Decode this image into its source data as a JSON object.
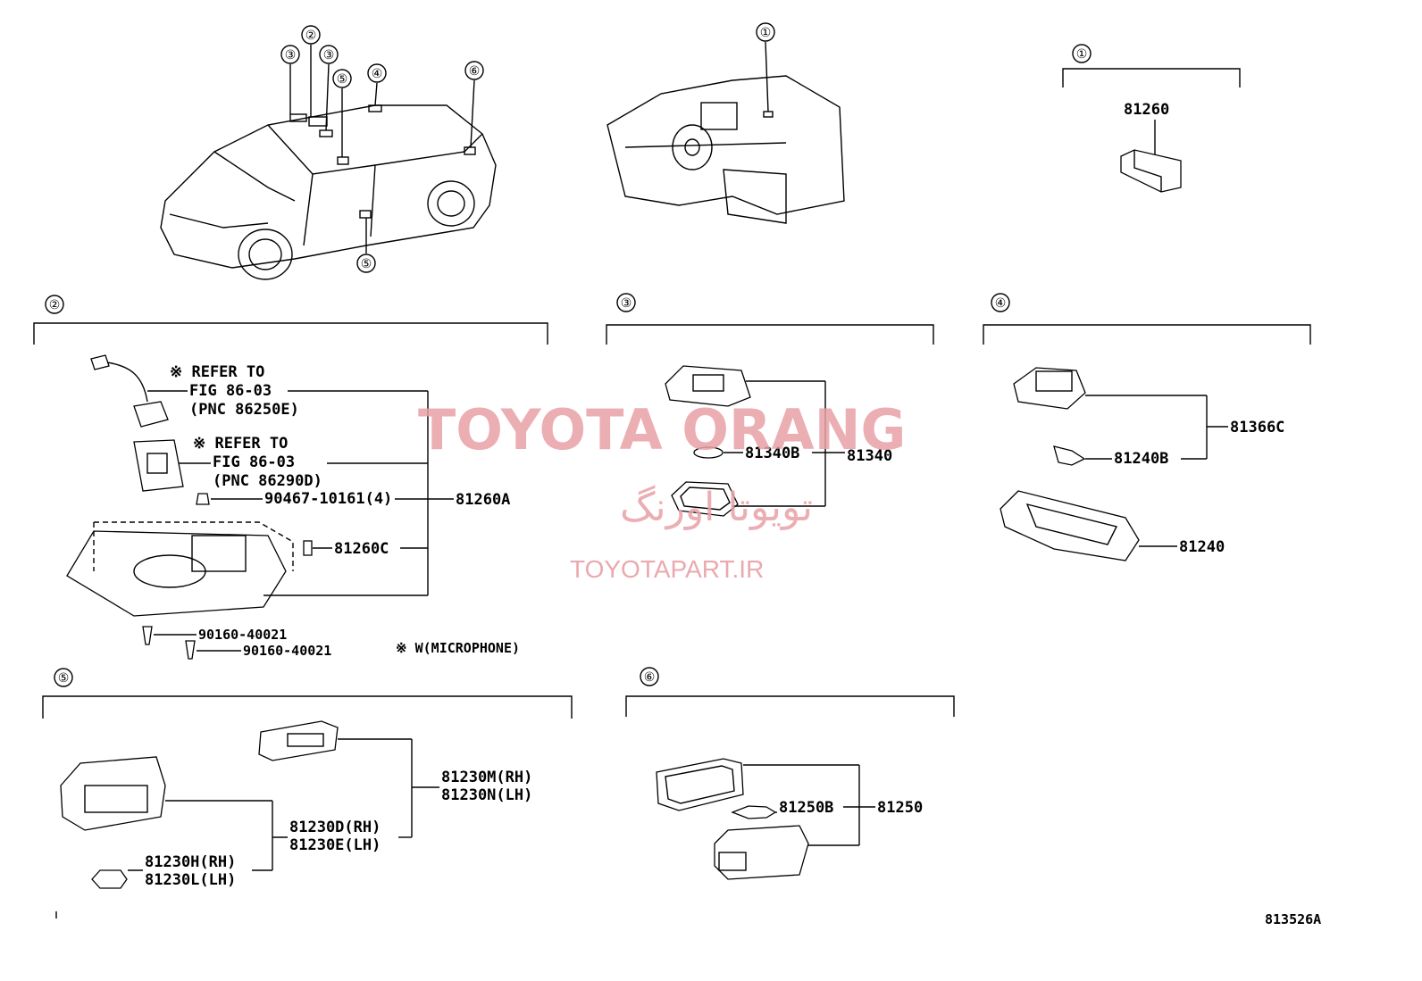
{
  "diagram_id": "813526A",
  "watermark": {
    "brand": "TOYOTA ORANG",
    "persian": "تویوتا اورنگ",
    "site": "TOYOTAPART.IR"
  },
  "callouts": [
    "①",
    "②",
    "③",
    "④",
    "⑤",
    "⑥"
  ],
  "overview_callouts": {
    "car": [
      "③",
      "②",
      "③",
      "⑤",
      "④",
      "⑥",
      "⑤"
    ],
    "dash": [
      "①"
    ]
  },
  "section1": {
    "marker": "①",
    "parts": [
      "81260"
    ]
  },
  "section2": {
    "marker": "②",
    "notes": [
      {
        "l1": "※ REFER TO",
        "l2": "FIG  86-03",
        "l3": "(PNC 86250E)"
      },
      {
        "l1": "※ REFER TO",
        "l2": "FIG  86-03",
        "l3": "(PNC 86290D)"
      }
    ],
    "parts": {
      "clip": "90467-10161(4)",
      "assy": "81260A",
      "bulb": "81260C",
      "screw1": "90160-40021",
      "screw2": "90160-40021"
    },
    "footnote": "※ W(MICROPHONE)"
  },
  "section3": {
    "marker": "③",
    "parts": {
      "bulb": "81340B",
      "assy": "81340"
    }
  },
  "section4": {
    "marker": "④",
    "parts": {
      "lens": "81366C",
      "bulb": "81240B",
      "housing": "81240"
    }
  },
  "section5": {
    "marker": "⑤",
    "parts": {
      "upper_rh": "81230M(RH)",
      "upper_lh": "81230N(LH)",
      "mid_rh": "81230D(RH)",
      "mid_lh": "81230E(LH)",
      "bulb_rh": "81230H(RH)",
      "bulb_lh": "81230L(LH)"
    }
  },
  "section6": {
    "marker": "⑥",
    "parts": {
      "bulb": "81250B",
      "assy": "81250"
    }
  }
}
